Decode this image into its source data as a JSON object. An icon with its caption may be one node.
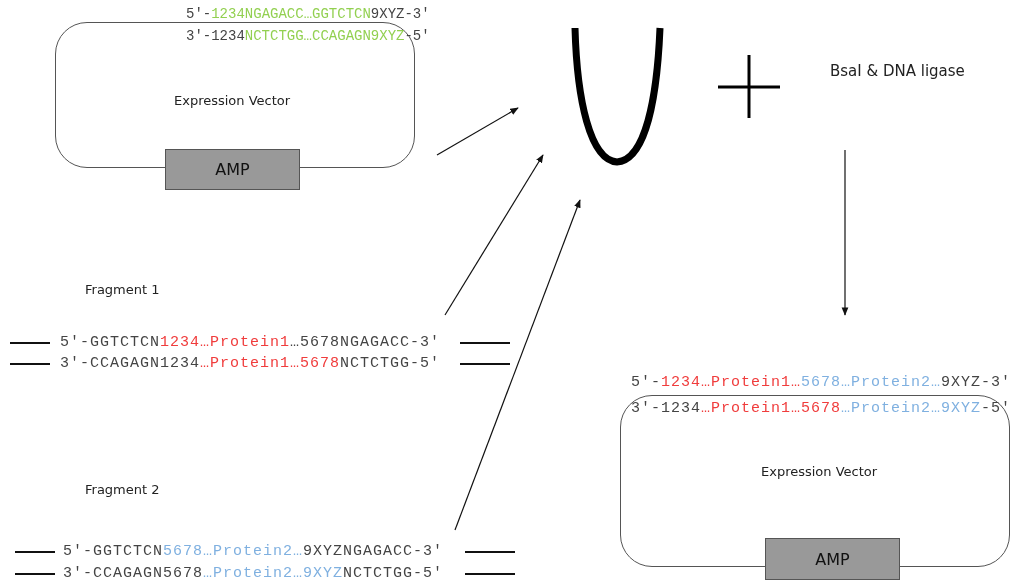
{
  "diagram": {
    "nodes": [
      {
        "text": [
          "5′-",
          "1234NGAGACC…GGTCTCN",
          "9XYZ-3′",
          "3′-1234",
          "NCTCTGG…CCAGAGN9XYZ",
          "-5′",
          "Expression Vector"
        ]
      },
      {
        "text": [
          "AMP"
        ]
      },
      {
        "text": [
          "Fragment 1",
          "5′-GGTCTCN",
          "1234…Protein1",
          "…5678NGAGACC-3′",
          "3′-CCAGAGN1234",
          "…Protein1…5678",
          "NCTCTGG-5′"
        ]
      },
      {
        "text": [
          "Fragment 2",
          "5′-GGTCTCN",
          "5678…Protein2…",
          "9XYZNGAGACC-3′",
          "3′-CCAGAGN5678",
          "…Protein2…9XYZ",
          "NCTCTGG-5′"
        ]
      },
      {
        "text": [],
        "shape": "cup"
      },
      {
        "text": [
          "BsaI & DNA ligase"
        ]
      },
      {
        "text": [
          "5′-",
          "1234…Protein1…",
          "5678…Protein2…",
          "9XYZ-3′",
          "3′-1234",
          "…Protein1…5678",
          "…Protein2…9XYZ",
          "-5′",
          "Expression Vector"
        ]
      },
      {
        "text": [
          "AMP"
        ]
      }
    ],
    "edges": [
      {
        "from": 0,
        "to": 4,
        "arrow": "to"
      },
      {
        "from": 2,
        "to": 4,
        "arrow": "to"
      },
      {
        "from": 3,
        "to": 4,
        "arrow": "to"
      },
      {
        "from": 5,
        "to": 6,
        "arrow": "to"
      }
    ]
  }
}
